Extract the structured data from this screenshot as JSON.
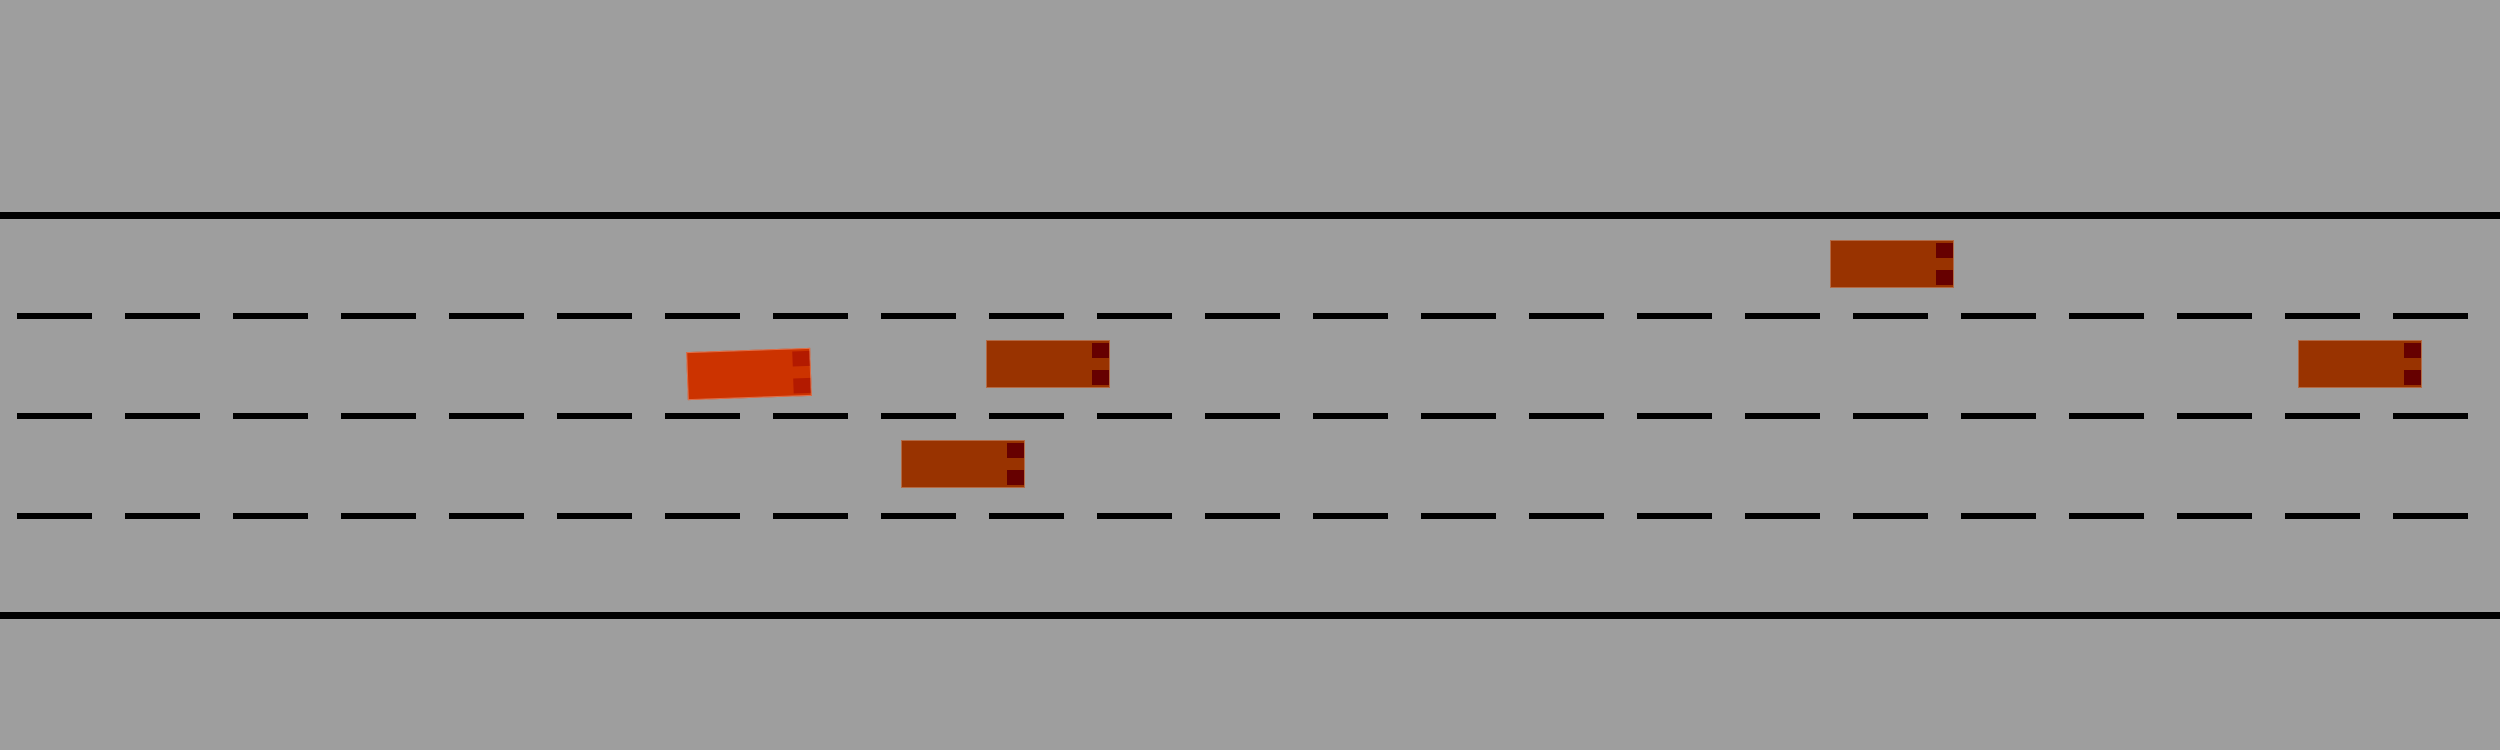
{
  "scene": {
    "type": "highway-lane-simulation",
    "lanes": 4,
    "colors": {
      "road": "#9e9e9e",
      "markings": "#000000",
      "ego_vehicle": "#cc3300",
      "other_vehicle": "#993300",
      "vehicle_light": "#660000"
    },
    "vehicles": [
      {
        "id": "ego",
        "role": "ego",
        "lane": 2,
        "heading_deg": -2
      },
      {
        "id": "car-1",
        "role": "other",
        "lane": 1,
        "heading_deg": 0
      },
      {
        "id": "car-2",
        "role": "other",
        "lane": 2,
        "heading_deg": 0
      },
      {
        "id": "car-3",
        "role": "other",
        "lane": 2,
        "heading_deg": 0
      },
      {
        "id": "car-4",
        "role": "other",
        "lane": 3,
        "heading_deg": 0
      }
    ]
  }
}
